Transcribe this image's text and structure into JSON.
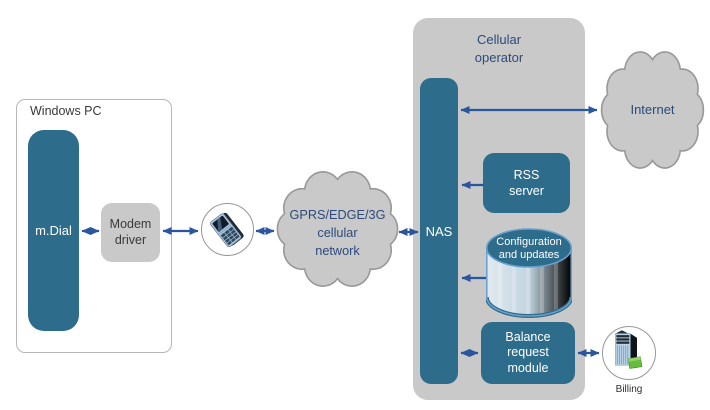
{
  "nodes": {
    "windows_pc": {
      "title": "Windows PC"
    },
    "mdial": {
      "label": "m.Dial"
    },
    "modem_driver": {
      "label": "Modem\ndriver"
    },
    "phone": {
      "icon": "mobile-phone"
    },
    "gprs_cloud": {
      "label": "GPRS/EDGE/3G\ncellular\nnetwork"
    },
    "cellular_operator": {
      "title": "Cellular\noperator"
    },
    "nas": {
      "label": "NAS"
    },
    "rss_server": {
      "label": "RSS\nserver"
    },
    "config_db": {
      "label": "Configuration\nand updates"
    },
    "balance_module": {
      "label": "Balance\nrequest\nmodule"
    },
    "internet_cloud": {
      "label": "Internet"
    },
    "billing": {
      "label": "Billing",
      "icon": "billing-server"
    }
  },
  "colors": {
    "node_fill_teal": "#2e6c8b",
    "arrow_blue": "#2a569e",
    "text_navy": "#2c4a7c",
    "panel_gray": "#c9c9c9",
    "cloud_border": "#98989a",
    "text_dark": "#3a3a3a"
  }
}
